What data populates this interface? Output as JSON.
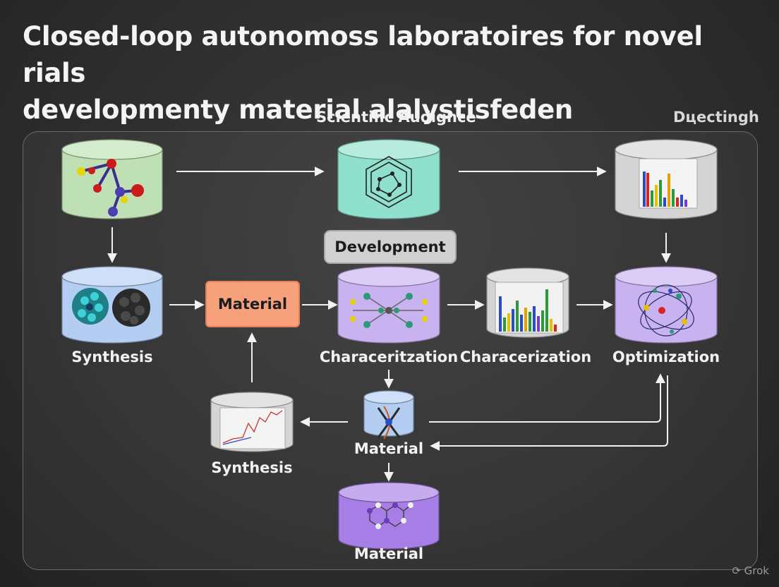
{
  "title_lines": [
    "Closed-loop autonomoss laboratoires for novel rials",
    "developmentу material alalystisfeden"
  ],
  "subtitle": "Scientific Audignce",
  "corner_label": "Dцеctingh",
  "boxes": {
    "material": "Material",
    "development": "Development"
  },
  "labels": {
    "synthesis_left": "Synthesis",
    "characterization_center": "Characeritzation",
    "characterization_right": "Characerization",
    "optimization": "Optimization",
    "material_small": "Material",
    "synthesis_bottom": "Synthesis",
    "material_bottom": "Material"
  },
  "watermark": "Grok",
  "colors": {
    "green": "#bfe0b4",
    "teal": "#8fe0cc",
    "gray": "#d4d4d4",
    "blue": "#b4cdf2",
    "lavender": "#c8b2f0",
    "purple": "#a77ee6",
    "orange": "#f6a07c"
  },
  "cylinders": [
    {
      "id": "molecule-cylinder",
      "color": "green"
    },
    {
      "id": "hexagon-cylinder",
      "color": "teal"
    },
    {
      "id": "top-chart-cylinder",
      "color": "gray"
    },
    {
      "id": "synthesis-cylinder",
      "color": "blue"
    },
    {
      "id": "characterization-cylinder",
      "color": "lavender"
    },
    {
      "id": "characterization-chart-cylinder",
      "color": "gray"
    },
    {
      "id": "optimization-cylinder",
      "color": "lavender"
    },
    {
      "id": "synthesis-chart-cylinder",
      "color": "gray"
    },
    {
      "id": "material-small-cylinder",
      "color": "blue"
    },
    {
      "id": "material-bottom-cylinder",
      "color": "purple"
    }
  ]
}
